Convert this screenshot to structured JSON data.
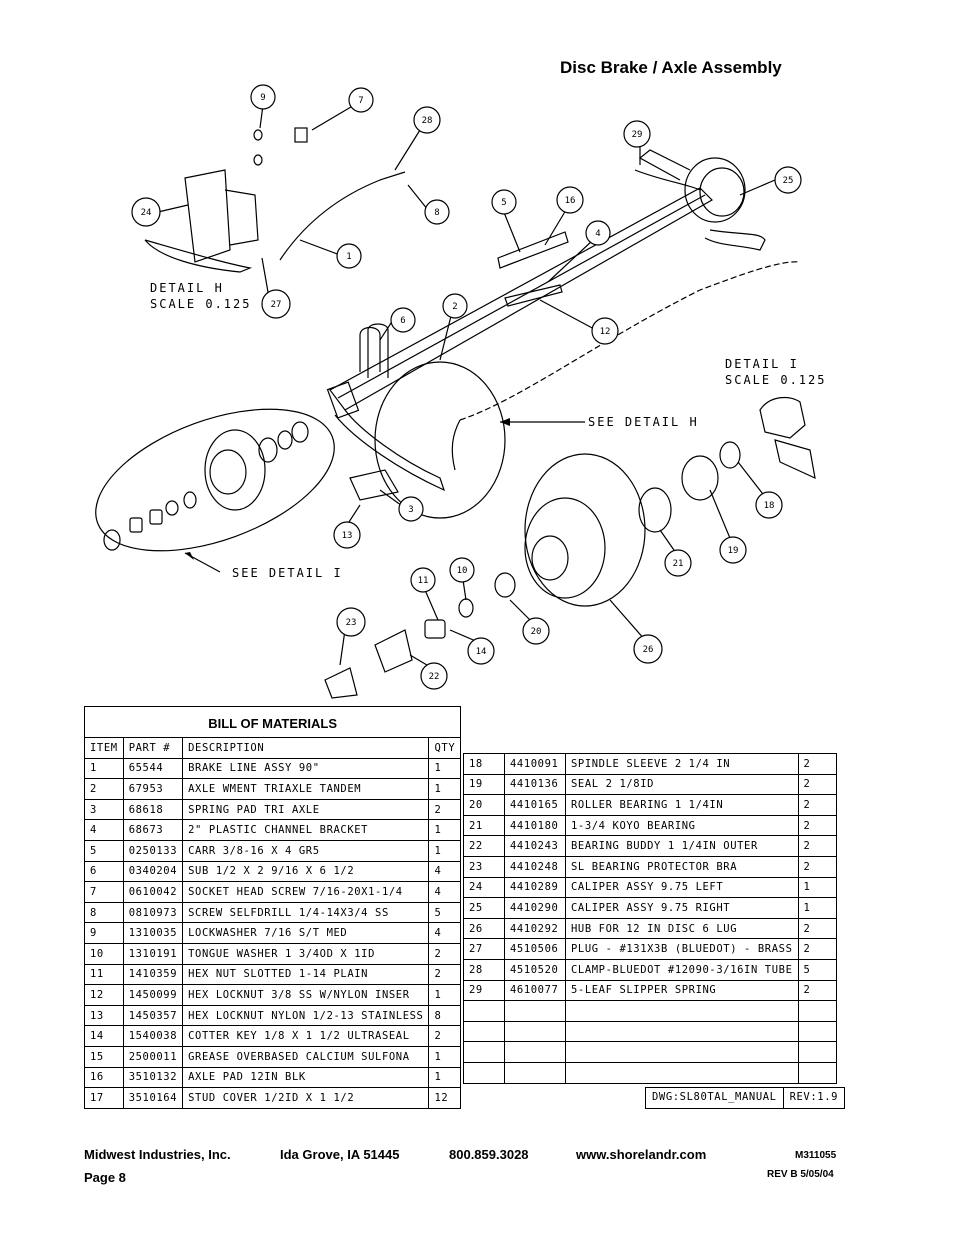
{
  "title": "Disc Brake / Axle Assembly",
  "callouts": [
    "9",
    "7",
    "28",
    "24",
    "8",
    "1",
    "27",
    "29",
    "25",
    "5",
    "16",
    "4",
    "6",
    "2",
    "12",
    "3",
    "13",
    "18",
    "19",
    "21",
    "11",
    "10",
    "14",
    "20",
    "23",
    "22",
    "26"
  ],
  "detail_labels": {
    "detail_h": "DETAIL H",
    "detail_h_scale": "SCALE 0.125",
    "detail_i": "DETAIL I",
    "detail_i_scale": "SCALE 0.125",
    "see_detail_h": "SEE DETAIL H",
    "see_detail_i": "SEE DETAIL I"
  },
  "bom": {
    "title": "BILL OF MATERIALS",
    "headers": [
      "ITEM",
      "PART #",
      "DESCRIPTION",
      "QTY"
    ],
    "left_rows": [
      [
        "1",
        "65544",
        "BRAKE LINE ASSY 90\"",
        "1"
      ],
      [
        "2",
        "67953",
        "AXLE WMENT  TRIAXLE TANDEM",
        "1"
      ],
      [
        "3",
        "68618",
        "SPRING PAD  TRI AXLE",
        "2"
      ],
      [
        "4",
        "68673",
        "2\" PLASTIC CHANNEL BRACKET",
        "1"
      ],
      [
        "5",
        "0250133",
        "CARR 3/8-16 X 4 GR5",
        "1"
      ],
      [
        "6",
        "0340204",
        "SUB 1/2 X 2 9/16 X 6 1/2",
        "4"
      ],
      [
        "7",
        "0610042",
        "SOCKET HEAD SCREW 7/16-20X1-1/4",
        "4"
      ],
      [
        "8",
        "0810973",
        "SCREW SELFDRILL  1/4-14X3/4 SS",
        "5"
      ],
      [
        "9",
        "1310035",
        "LOCKWASHER 7/16 S/T MED",
        "4"
      ],
      [
        "10",
        "1310191",
        "TONGUE WASHER 1 3/4OD X 1ID",
        "2"
      ],
      [
        "11",
        "1410359",
        "HEX NUT SLOTTED 1-14 PLAIN",
        "2"
      ],
      [
        "12",
        "1450099",
        "HEX LOCKNUT 3/8 SS W/NYLON INSER",
        "1"
      ],
      [
        "13",
        "1450357",
        "HEX LOCKNUT NYLON 1/2-13 STAINLESS",
        "8"
      ],
      [
        "14",
        "1540038",
        "COTTER KEY 1/8 X 1 1/2 ULTRASEAL",
        "2"
      ],
      [
        "15",
        "2500011",
        "GREASE OVERBASED CALCIUM SULFONA",
        "1"
      ],
      [
        "16",
        "3510132",
        "AXLE PAD 12IN  BLK",
        "1"
      ],
      [
        "17",
        "3510164",
        "STUD COVER 1/2ID X 1 1/2",
        "12"
      ]
    ],
    "right_rows": [
      [
        "18",
        "4410091",
        "SPINDLE SLEEVE 2 1/4 IN",
        "2"
      ],
      [
        "19",
        "4410136",
        "SEAL  2 1/8ID",
        "2"
      ],
      [
        "20",
        "4410165",
        "ROLLER BEARING  1 1/4IN",
        "2"
      ],
      [
        "21",
        "4410180",
        "1-3/4 KOYO BEARING",
        "2"
      ],
      [
        "22",
        "4410243",
        "BEARING BUDDY  1 1/4IN OUTER",
        "2"
      ],
      [
        "23",
        "4410248",
        "SL BEARING PROTECTOR BRA",
        "2"
      ],
      [
        "24",
        "4410289",
        "CALIPER ASSY 9.75 LEFT",
        "1"
      ],
      [
        "25",
        "4410290",
        "CALIPER ASSY 9.75 RIGHT",
        "1"
      ],
      [
        "26",
        "4410292",
        "HUB FOR 12 IN DISC 6 LUG",
        "2"
      ],
      [
        "27",
        "4510506",
        "PLUG - #131X3B (BLUEDOT) - BRASS",
        "2"
      ],
      [
        "28",
        "4510520",
        "CLAMP-BLUEDOT #12090-3/16IN TUBE",
        "5"
      ],
      [
        "29",
        "4610077",
        "5-LEAF SLIPPER SPRING",
        "2"
      ],
      [
        "",
        "",
        "",
        ""
      ],
      [
        "",
        "",
        "",
        ""
      ],
      [
        "",
        "",
        "",
        ""
      ],
      [
        "",
        "",
        "",
        ""
      ]
    ]
  },
  "dwg": {
    "name": "DWG:SL80TAL_MANUAL",
    "rev": "REV:1.9"
  },
  "footer": {
    "company": "Midwest Industries, Inc.",
    "location": "Ida Grove, IA  51445",
    "phone": "800.859.3028",
    "website": "www.shorelandr.com",
    "doc_number": "M311055",
    "page": "Page 8",
    "revision": "REV B 5/05/04"
  }
}
